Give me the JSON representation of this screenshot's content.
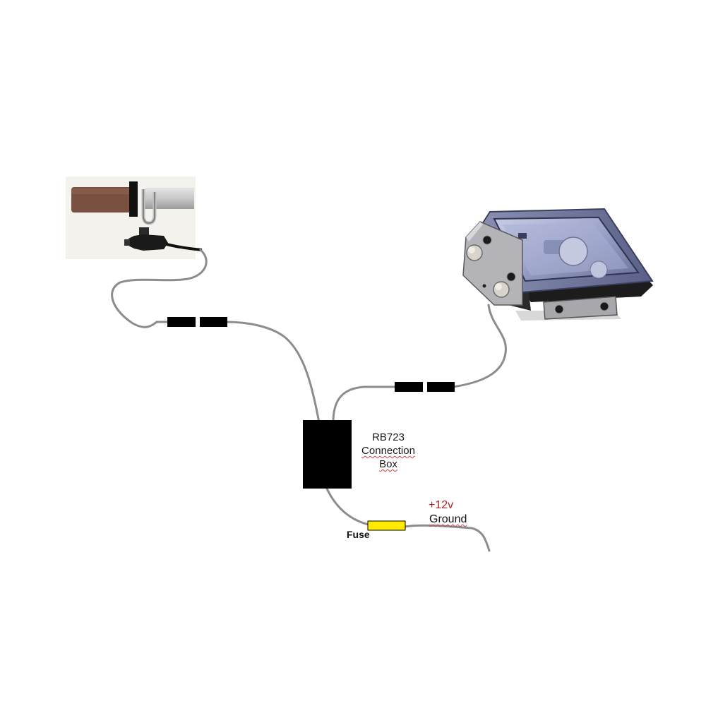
{
  "connection_box": {
    "line1": "RB723",
    "line2": "Connection",
    "line3": "Box"
  },
  "fuse_label": "Fuse",
  "power": {
    "positive": "+12v",
    "ground": "Ground"
  },
  "colors": {
    "wire": "#8c8c8c",
    "connector": "#000000",
    "box": "#000000",
    "fuse": "#ffea00",
    "positive_text": "#b41e1e",
    "spellcheck_underline": "#d04040",
    "grip": "#7a5040"
  },
  "icons": {
    "handlebar": "heated-grip-handlebar-photo",
    "controller": "display-controller-unit"
  }
}
